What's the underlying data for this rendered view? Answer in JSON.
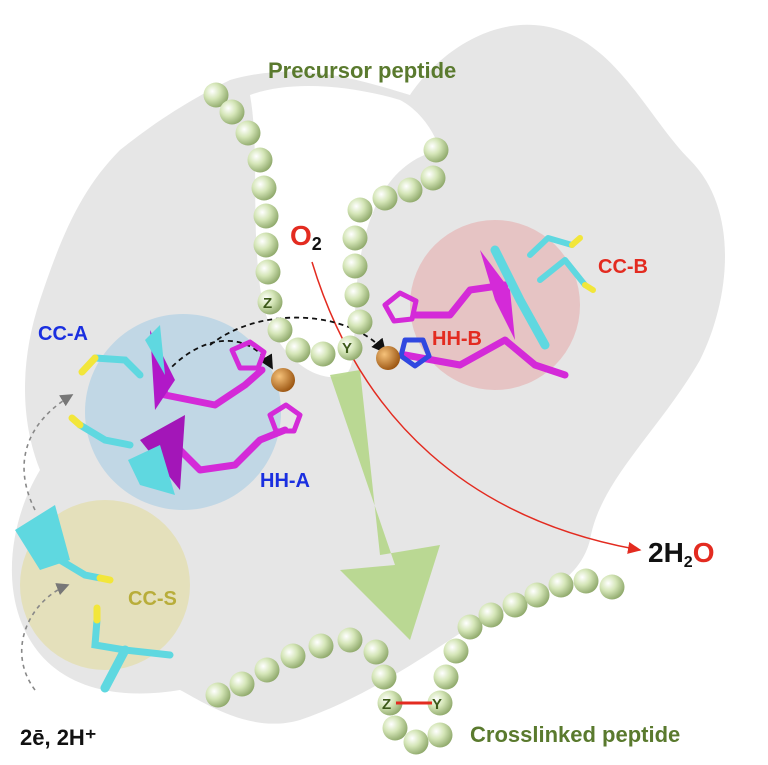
{
  "labels": {
    "precursor": "Precursor peptide",
    "crosslinked": "Crosslinked peptide",
    "o2_main": "O",
    "o2_sub": "2",
    "water_prefix": "2H",
    "water_sub": "2",
    "water_o": "O",
    "cc_a": "CC-A",
    "cc_b": "CC-B",
    "cc_s": "CC-S",
    "hh_a": "HH-A",
    "hh_b": "HH-B",
    "z_top": "Z",
    "y_top": "Y",
    "z_bottom": "Z",
    "y_bottom": "Y",
    "electrons": "2ē, 2H⁺"
  },
  "colors": {
    "peptide_label": "#5a7a2e",
    "bead": "#cfe0b0",
    "blue_label": "#1a2fe0",
    "red_label": "#e32b20",
    "yellow_label": "#b8ad3a",
    "magenta": "#d42ad8",
    "cyan": "#5fd8e0",
    "metal": "#c97a2a"
  }
}
